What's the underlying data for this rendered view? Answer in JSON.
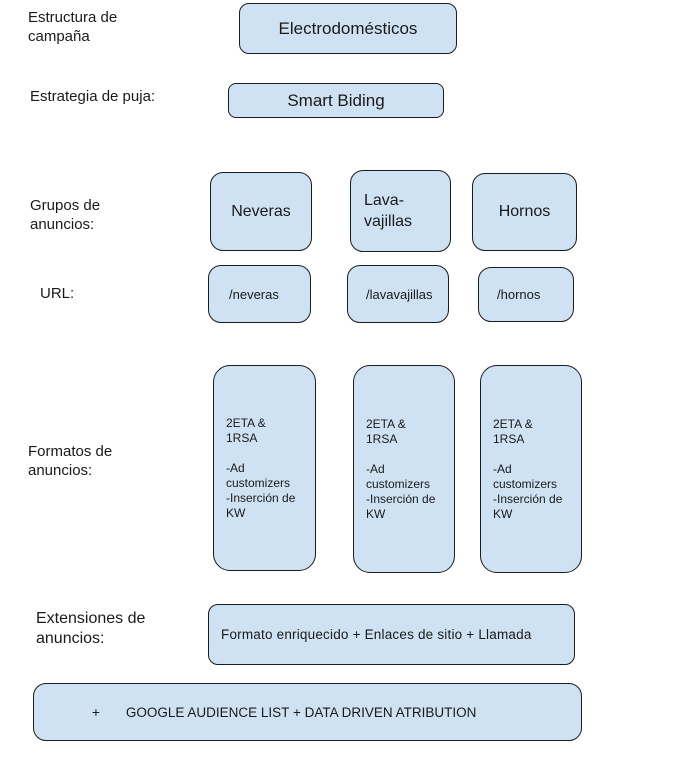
{
  "colors": {
    "box_fill": "#cfe2f3",
    "box_border": "#1c1c1c",
    "text": "#1a1a1a",
    "background": "#ffffff"
  },
  "labels": {
    "estructura": "Estructura de campaña",
    "estrategia": "Estrategia de puja:",
    "grupos": "Grupos de anuncios:",
    "url": "URL:",
    "formatos": "Formatos de anuncios:",
    "extensiones": "Extensiones de anuncios:"
  },
  "campaign": {
    "name": "Electrodomésticos"
  },
  "bidding": {
    "strategy": "Smart Biding"
  },
  "ad_groups": [
    {
      "name": "Neveras",
      "url": "/neveras",
      "formats": "2ETA &\n1RSA\n\n-Ad\ncustomizers\n-Inserción de\nKW"
    },
    {
      "name": "Lava-\nvajillas",
      "url": "/lavavajillas",
      "formats": "2ETA &\n1RSA\n\n-Ad\ncustomizers\n-Inserción de\nKW"
    },
    {
      "name": "Hornos",
      "url": "/hornos",
      "formats": "2ETA &\n1RSA\n\n-Ad\ncustomizers\n-Inserción de\nKW"
    }
  ],
  "extensions": {
    "value": "Formato enriquecido + Enlaces de sitio + Llamada"
  },
  "audience": {
    "plus": "+",
    "value": "GOOGLE AUDIENCE LIST + DATA DRIVEN ATRIBUTION"
  }
}
